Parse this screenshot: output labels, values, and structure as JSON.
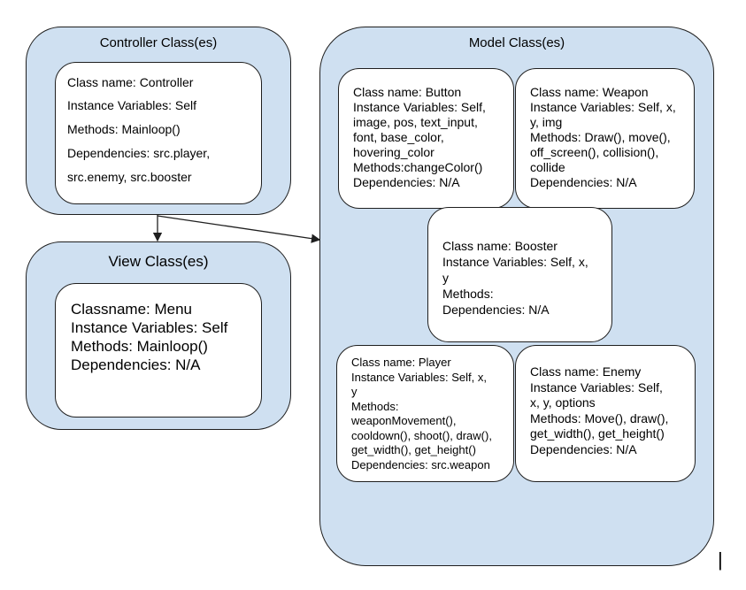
{
  "controller": {
    "title": "Controller Class(es)",
    "card": {
      "lines": [
        "Class name: Controller",
        "Instance Variables: Self",
        "Methods: Mainloop()",
        "Dependencies: src.player,",
        "src.enemy, src.booster"
      ]
    }
  },
  "view": {
    "title": "View Class(es)",
    "card": {
      "lines": [
        "Classname: Menu",
        "Instance Variables: Self",
        "Methods: Mainloop()",
        "Dependencies: N/A"
      ]
    }
  },
  "model": {
    "title": "Model Class(es)",
    "button": {
      "lines": [
        "Class name: Button",
        "Instance Variables: Self,",
        "image, pos, text_input,",
        "font, base_color,",
        "hovering_color",
        "Methods:changeColor()",
        "Dependencies: N/A"
      ]
    },
    "weapon": {
      "lines": [
        "Class name: Weapon",
        "Instance Variables: Self, x,",
        "y, img",
        "Methods: Draw(), move(),",
        "off_screen(), collision(),",
        "collide",
        "Dependencies: N/A"
      ]
    },
    "booster": {
      "lines": [
        "Class name: Booster",
        "Instance Variables: Self, x,",
        "y",
        "Methods:",
        "Dependencies: N/A"
      ]
    },
    "player": {
      "lines": [
        "Class name: Player",
        "Instance Variables: Self, x,",
        "y",
        "Methods:",
        "weaponMovement(),",
        "cooldown(), shoot(), draw(),",
        "get_width(), get_height()",
        "Dependencies: src.weapon"
      ]
    },
    "enemy": {
      "lines": [
        "Class name: Enemy",
        "Instance Variables: Self,",
        "x, y, options",
        "Methods: Move(), draw(),",
        "get_width(), get_height()",
        "Dependencies: N/A"
      ]
    }
  },
  "cursor_mark": "|"
}
